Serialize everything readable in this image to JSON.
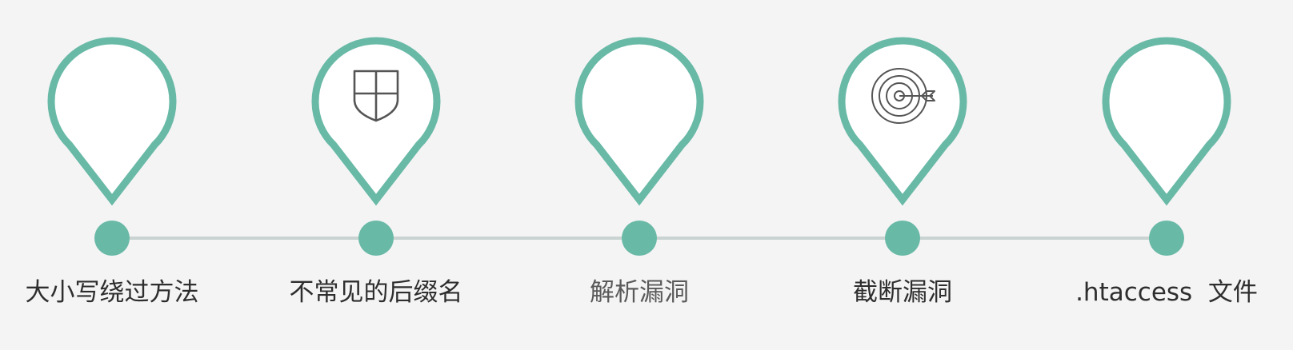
{
  "colors": {
    "accent": "#69b9a7",
    "line": "#c9d3d1",
    "pin_fill": "#ffffff",
    "icon_stroke": "#555555",
    "text": "#2e2e2e",
    "text_muted": "#5a5a5a",
    "background": "#f4f4f4"
  },
  "timeline": {
    "steps": [
      {
        "label": "大小写绕过方法",
        "icon": null
      },
      {
        "label": "不常见的后缀名",
        "icon": "shield-icon"
      },
      {
        "label": "解析漏洞",
        "icon": null
      },
      {
        "label": "截断漏洞",
        "icon": "target-arrow-icon"
      },
      {
        "label": ".htaccess  文件",
        "icon": null
      }
    ]
  }
}
